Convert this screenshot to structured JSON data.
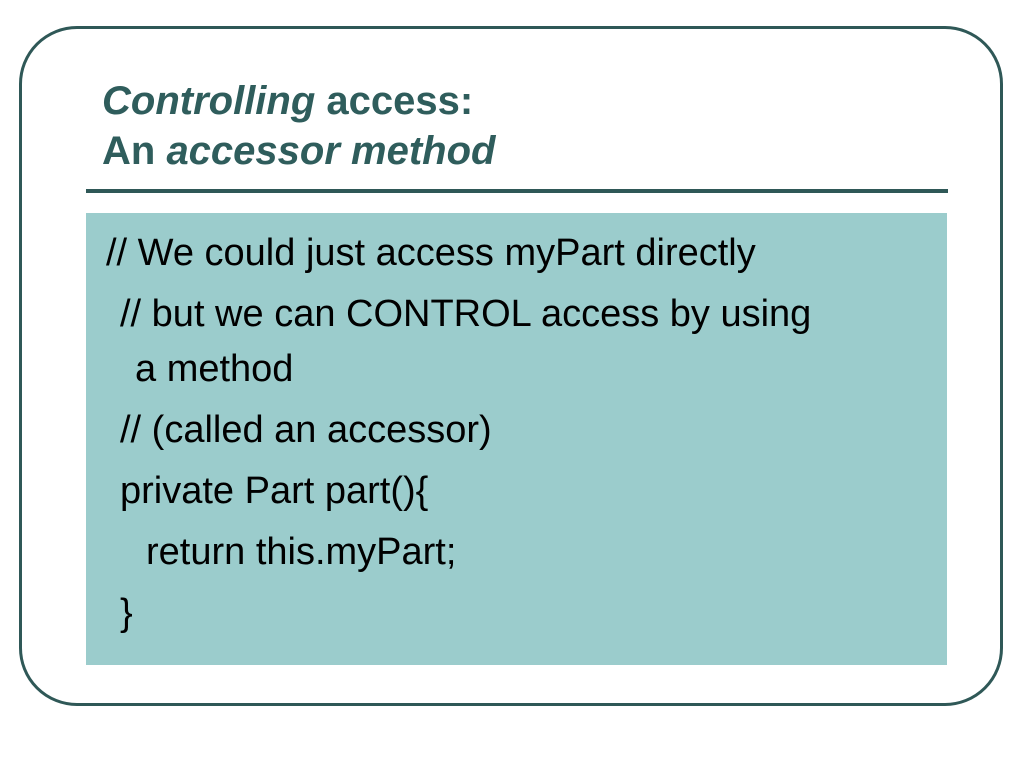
{
  "title": {
    "line1_italic": "Controlling",
    "line1_rest": " access:",
    "line2_plain": "An ",
    "line2_italic": "accessor method"
  },
  "body": {
    "lines": [
      "// We could just access myPart directly",
      "// but we can CONTROL access by using",
      "a method",
      "// (called an accessor)",
      "private Part part(){",
      "return this.myPart;",
      "}"
    ]
  },
  "colors": {
    "title": "#2f5d5c",
    "frame": "#2f5857",
    "content_bg": "#9bcccc",
    "text": "#000000"
  }
}
